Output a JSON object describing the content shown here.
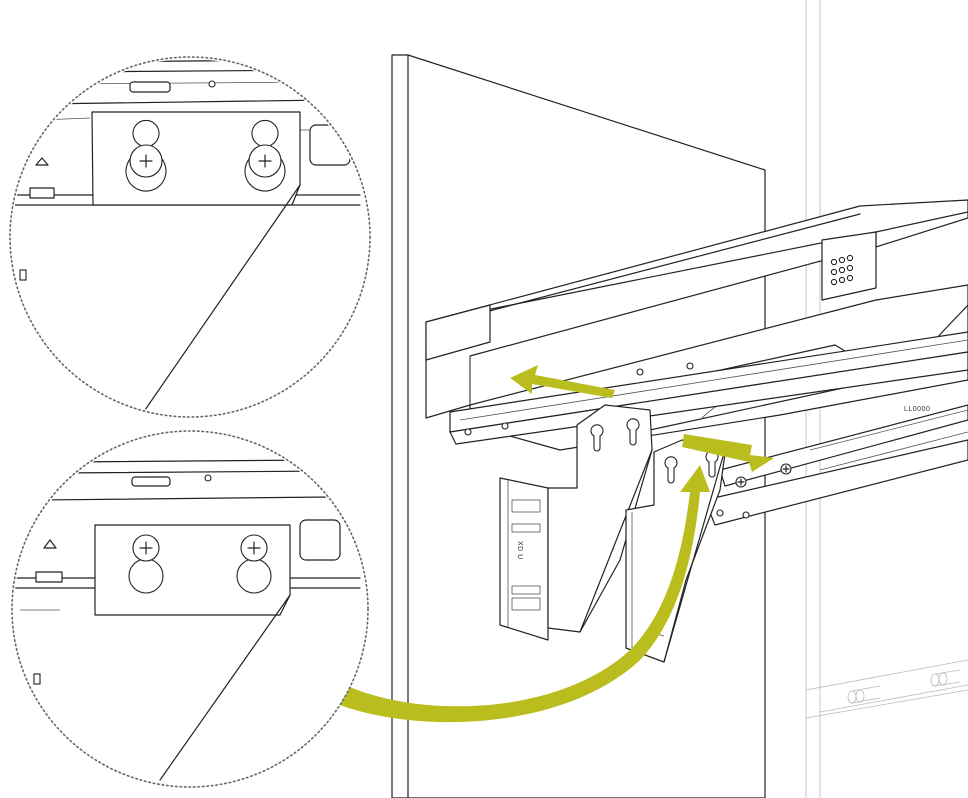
{
  "diagram": {
    "part_marking": "LL0000",
    "bracket_marking": "XD U",
    "accent_color": "#b9bd1e",
    "line_color": "#222222",
    "background": "#ffffff",
    "callouts": [
      {
        "name": "detail-before",
        "state": "bracket hooked on screws via keyhole slots"
      },
      {
        "name": "detail-after",
        "state": "bracket lowered, screws seated"
      }
    ]
  }
}
